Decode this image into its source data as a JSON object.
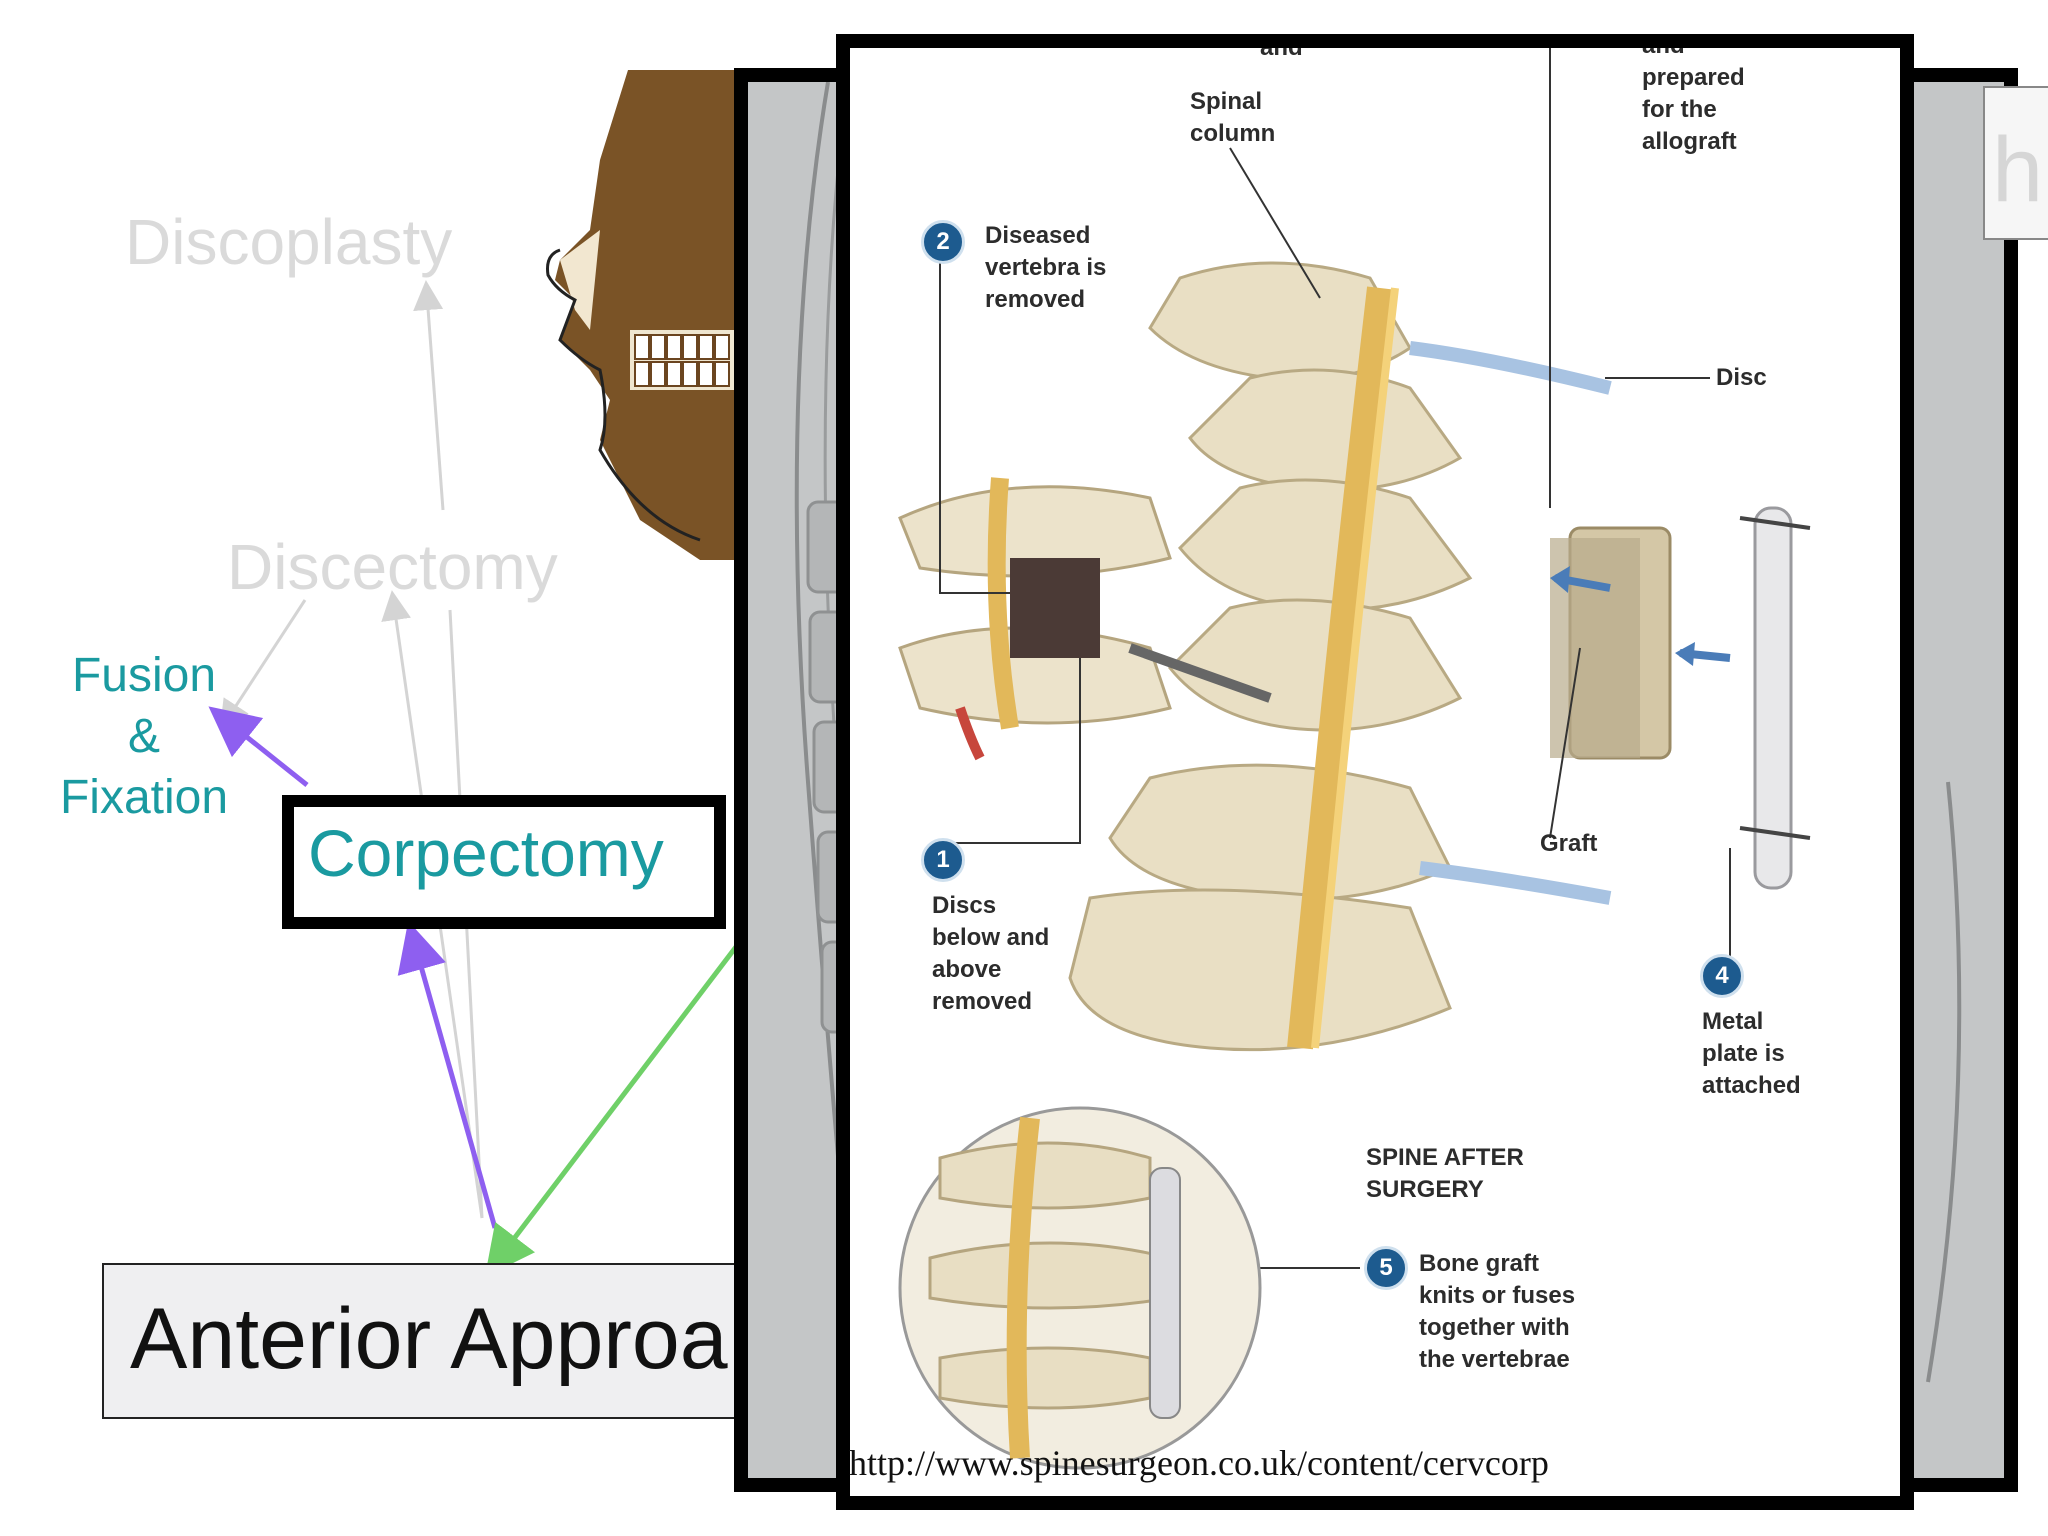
{
  "labels": {
    "discoplasty": "Discoplasty",
    "discectomy": "Discectomy",
    "fusion_lines": [
      "Fusion",
      "&",
      "Fixation"
    ],
    "corpectomy": "Corpectomy",
    "anterior": "Anterior Approa",
    "xray_partial_letter": "h"
  },
  "illustration": {
    "top_partial_caption": [
      "and",
      "prepared",
      "for the",
      "allograft"
    ],
    "spinal_column": [
      "Spinal",
      "column"
    ],
    "disc": "Disc",
    "graft": "Graft",
    "steps": [
      {
        "num": "1",
        "lines": [
          "Discs",
          "below and",
          "above",
          "removed"
        ]
      },
      {
        "num": "2",
        "lines": [
          "Diseased",
          "vertebra is",
          "removed"
        ]
      },
      {
        "num": "4",
        "lines": [
          "Metal",
          "plate is",
          "attached"
        ]
      },
      {
        "num": "5",
        "lines": [
          "Bone graft",
          "knits or fuses",
          "together with",
          "the vertebrae"
        ]
      }
    ],
    "after_title": [
      "SPINE AFTER",
      "SURGERY"
    ],
    "url": "http://www.spinesurgeon.co.uk/content/cervcorp"
  },
  "colors": {
    "teal_text": "#1a9aa0",
    "purple_arrow": "#8e5ff0",
    "green_arrow": "#6fd068",
    "faded_text": "#dadada",
    "badge_blue": "#1d5b8f"
  },
  "icons": [
    "skull-icon",
    "spine-illustration-icon",
    "xray-spine-icon"
  ]
}
